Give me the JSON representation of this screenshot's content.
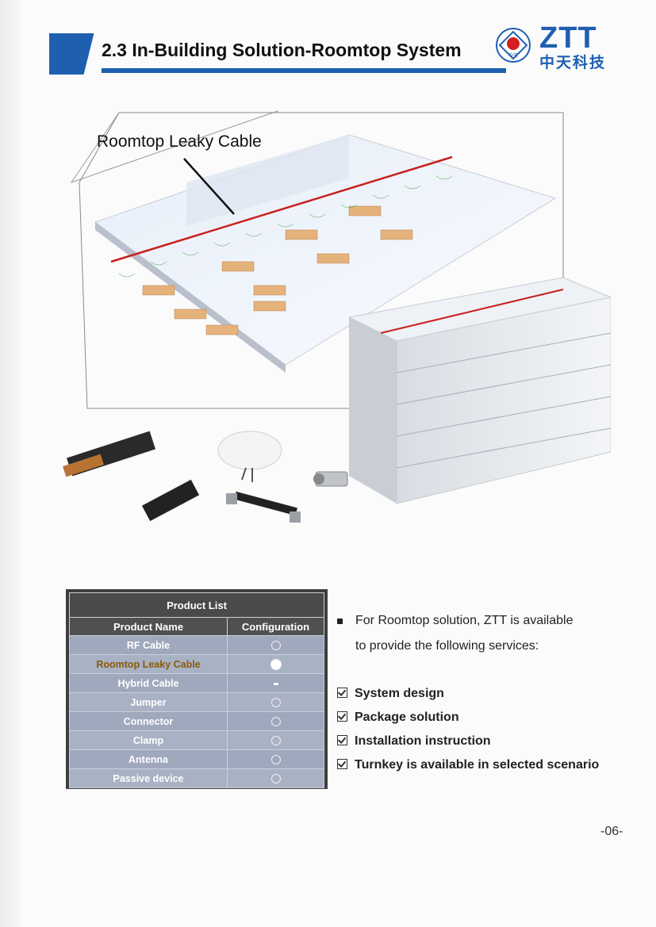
{
  "header": {
    "title": "2.3 In-Building Solution-Roomtop System"
  },
  "logo": {
    "latin": "ZTT",
    "chinese": "中天科技",
    "mark_text": "中天"
  },
  "illustration": {
    "callout": "Roomtop Leaky Cable"
  },
  "product_list": {
    "caption": "Product List",
    "columns": [
      "Product Name",
      "Configuration"
    ],
    "rows": [
      {
        "name": "RF Cable",
        "config": "optional"
      },
      {
        "name": "Roomtop Leaky Cable",
        "config": "required"
      },
      {
        "name": "Hybrid Cable",
        "config": "dash"
      },
      {
        "name": "Jumper",
        "config": "optional"
      },
      {
        "name": "Connector",
        "config": "optional"
      },
      {
        "name": "Clamp",
        "config": "optional"
      },
      {
        "name": "Antenna",
        "config": "optional"
      },
      {
        "name": "Passive device",
        "config": "optional"
      }
    ]
  },
  "services": {
    "intro_line1": "For Roomtop solution, ZTT is available",
    "intro_line2": "to provide the following services:",
    "items": [
      "System design",
      "Package solution",
      "Installation instruction",
      "Turnkey is available in selected scenario"
    ]
  },
  "page_number": "-06-",
  "colors": {
    "brand_blue": "#1f5fb0",
    "leaky_cable_red": "#c8201e",
    "highlight_text": "#8a5a08"
  }
}
